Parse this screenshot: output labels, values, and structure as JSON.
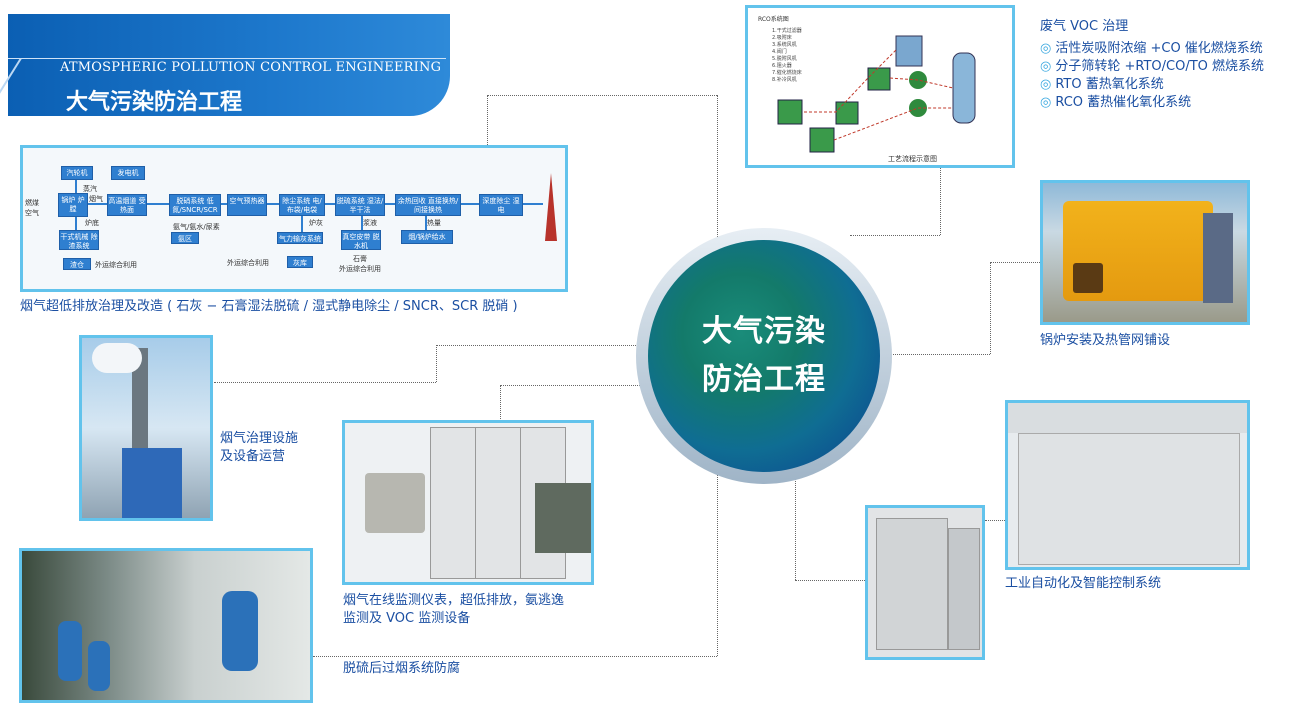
{
  "header": {
    "title_en": "ATMOSPHERIC POLLUTION CONTROL ENGINEERING",
    "title_cn": "大气污染防治工程"
  },
  "center": {
    "line1": "大气污染",
    "line2": "防治工程"
  },
  "flue_gas": {
    "caption": "烟气超低排放治理及改造 ( 石灰 − 石膏湿法脱硫 / 湿式静电除尘 / SNCR、SCR 脱硝 )",
    "diagram": {
      "boxes": [
        "汽轮机",
        "发电机",
        "锅炉 炉膛",
        "高温烟道 受热面",
        "脱硝系统 低氮/SNCR/SCR",
        "空气预热器",
        "除尘系统 电/布袋/电袋",
        "脱硫系统 湿法/半干法",
        "余热回收 直接换热/间接换热",
        "深度除尘 湿电",
        "干式机械 除渣系统",
        "渣仓",
        "氨区",
        "气力输灰系统",
        "灰库",
        "真空皮带 脱水机",
        "烟/锅炉给水"
      ],
      "labels": [
        "燃煤",
        "空气",
        "蒸汽",
        "烟气",
        "炉底",
        "外运综合利用",
        "氨气/氨水/尿素",
        "炉灰",
        "浆液",
        "热量",
        "外运综合利用",
        "石膏",
        "外运综合利用"
      ]
    }
  },
  "voc": {
    "title": "废气 VOC 治理",
    "items": [
      "活性炭吸附浓缩 +CO 催化燃烧系统",
      "分子筛转轮 +RTO/CO/TO 燃烧系统",
      "RTO 蓄热氧化系统",
      "RCO 蓄热催化氧化系统"
    ],
    "diagram_title": "RCO系统图",
    "diagram_caption": "工艺流程示意图",
    "diagram_legend": [
      "1.干式过滤器",
      "2.吸附床",
      "3.系统风机",
      "4.阀门",
      "5.脱附风机",
      "6.阻火器",
      "7.催化燃烧床",
      "8.补冷风机"
    ]
  },
  "facility": {
    "caption_line1": "烟气治理设施",
    "caption_line2": "及设备运营"
  },
  "boiler": {
    "caption": "锅炉安装及热管网铺设"
  },
  "monitor": {
    "caption_line1": "烟气在线监测仪表，超低排放，氨逃逸",
    "caption_line2": "监测及 VOC 监测设备"
  },
  "anticorrosion": {
    "caption": "脱硫后过烟系统防腐"
  },
  "automation": {
    "caption": "工业自动化及智能控制系统"
  },
  "colors": {
    "banner": "#0b5fb3",
    "frame": "#62c3ec",
    "text_blue": "#1b4fa2",
    "circle_green": "#137a6a",
    "circle_blue": "#0d3f8e"
  }
}
